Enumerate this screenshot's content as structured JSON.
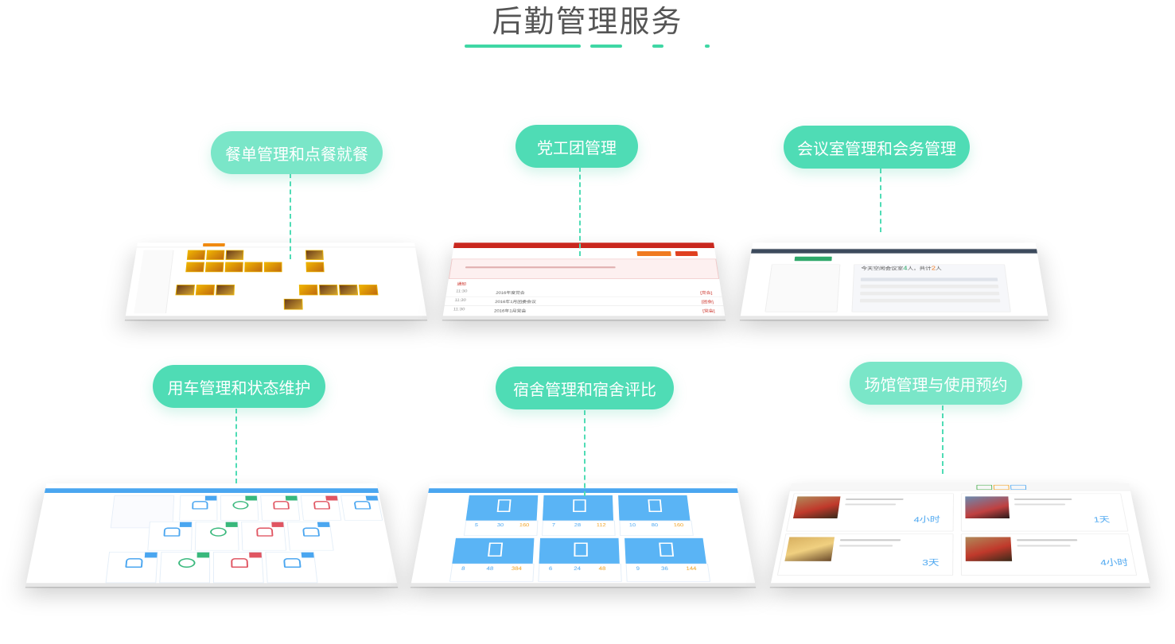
{
  "page": {
    "title": "后勤管理服务"
  },
  "modules": [
    {
      "label": "餐单管理和点餐就餐"
    },
    {
      "label": "党工团管理"
    },
    {
      "label": "会议室管理和会务管理"
    },
    {
      "label": "用车管理和状态维护"
    },
    {
      "label": "宿舍管理和宿舍评比"
    },
    {
      "label": "场馆管理与使用预约"
    }
  ],
  "screens": {
    "party": {
      "rows": [
        {
          "date": "11:30",
          "title": "2016年度党会",
          "tag": "[党会]"
        },
        {
          "date": "11:30",
          "title": "2016年1月团委会议",
          "tag": "[团会]"
        },
        {
          "date": "11:30",
          "title": "2016年1月党会",
          "tag": "[党会]"
        }
      ]
    },
    "meeting": {
      "summary_pre": "今天空闲会议室",
      "free_count": "4",
      "summary_mid": "人，共计",
      "total_count": "2",
      "summary_post": "人"
    },
    "dorm": {
      "cards": [
        {
          "a": "5",
          "b": "30",
          "c": "160"
        },
        {
          "a": "7",
          "b": "28",
          "c": "112"
        },
        {
          "a": "10",
          "b": "80",
          "c": "160"
        },
        {
          "a": "8",
          "b": "48",
          "c": "384"
        },
        {
          "a": "6",
          "b": "24",
          "c": "48"
        },
        {
          "a": "9",
          "b": "36",
          "c": "144"
        }
      ]
    },
    "venue": {
      "cards": [
        {
          "time": "4小时"
        },
        {
          "time": "1天"
        },
        {
          "time": "3天"
        },
        {
          "time": "4小时"
        }
      ]
    }
  },
  "colors": {
    "accent": "#4fdcb5",
    "title": "#555555",
    "blue": "#4aa6f0",
    "red": "#c9271e"
  }
}
